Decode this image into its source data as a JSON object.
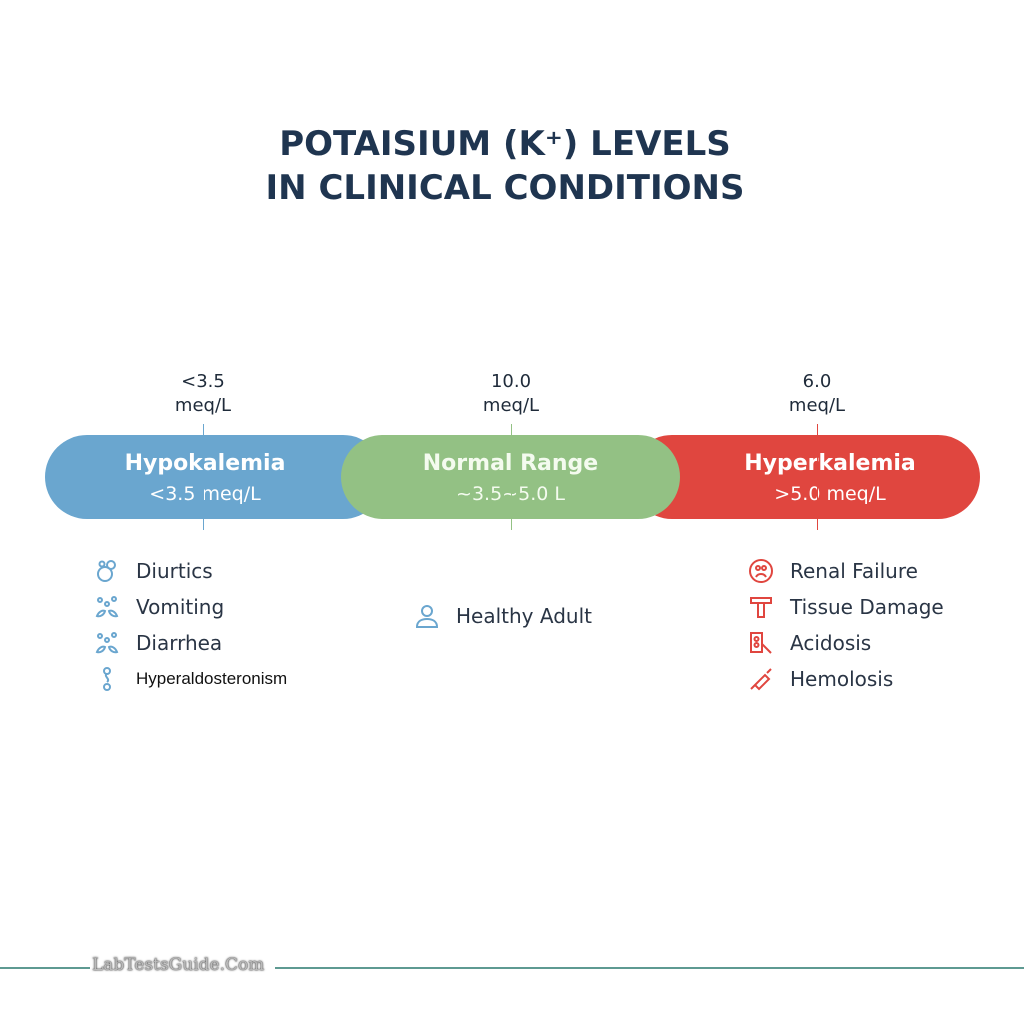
{
  "title": {
    "line1": "POTAISIUM (K⁺) LEVELS",
    "line2": "IN CLINICAL CONDITIONS"
  },
  "ticks": [
    {
      "value": "<3.5",
      "unit": "meq/L"
    },
    {
      "value": "10.0",
      "unit": "meq/L"
    },
    {
      "value": "6.0",
      "unit": "meq/L"
    }
  ],
  "segments": [
    {
      "name": "Hypokalemia",
      "range": "<3.5 meq/L",
      "color": "#6aa6cf"
    },
    {
      "name": "Normal Range",
      "range": "~3.5~5.0 L",
      "color": "#93c184"
    },
    {
      "name": "Hyperkalemia",
      "range": ">5.0 meq/L",
      "color": "#e0463f"
    }
  ],
  "hypo_causes": [
    "Diurtics",
    "Vomiting",
    "Diarrhea",
    "Hyperaldosteronism"
  ],
  "normal_items": [
    "Healthy Adult"
  ],
  "hyper_causes": [
    "Renal Failure",
    "Tissue Damage",
    "Acidosis",
    "Hemolosis"
  ],
  "footer": "LabTestsGuide.Com"
}
